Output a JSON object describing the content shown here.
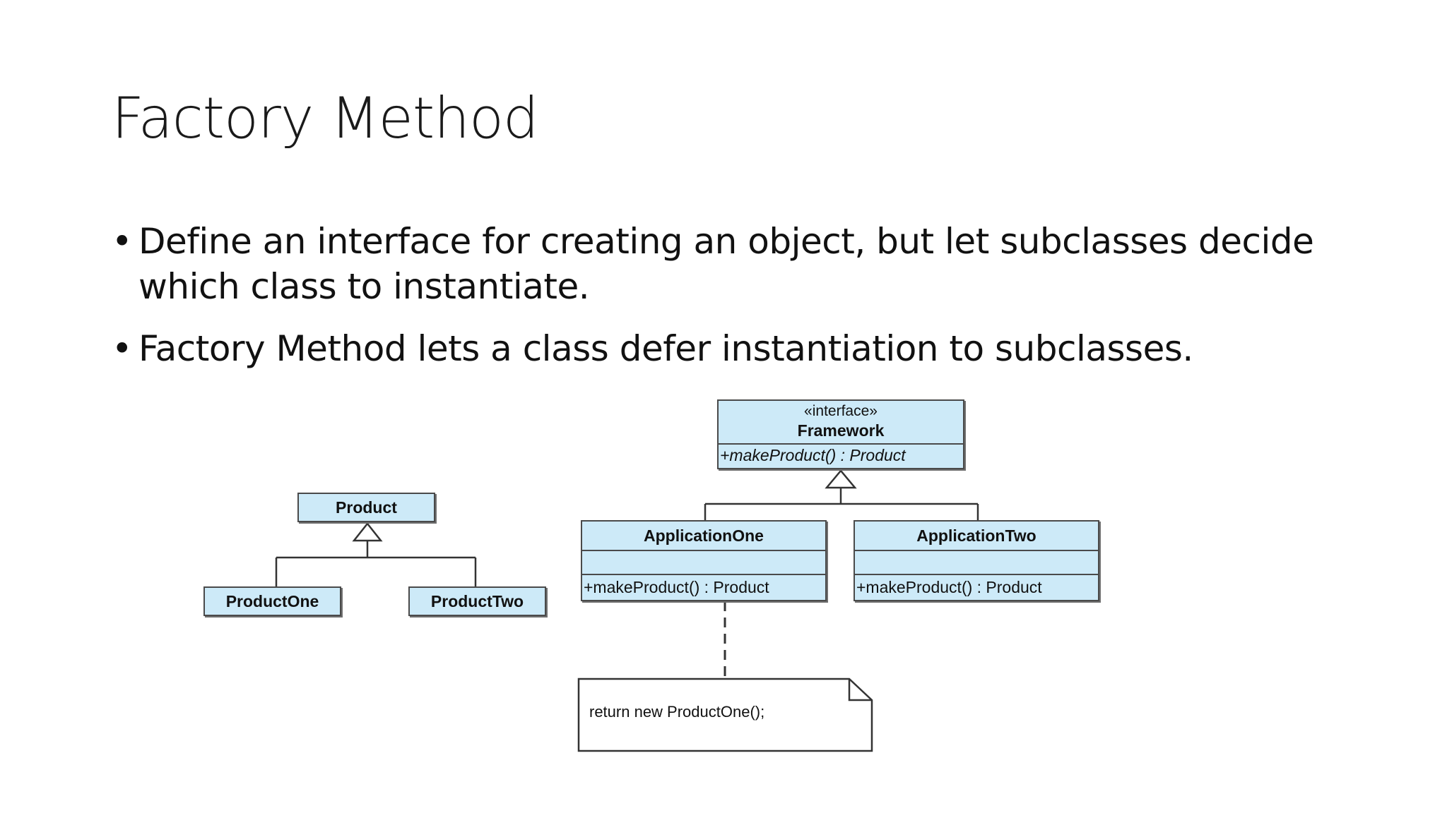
{
  "slide": {
    "title": "Factory Method",
    "bullets": [
      "Define an interface for creating an object, but let subclasses decide which class to instantiate.",
      "Factory Method lets a class defer instantiation to subclasses."
    ]
  },
  "diagram": {
    "product": {
      "name": "Product"
    },
    "product_one": {
      "name": "ProductOne"
    },
    "product_two": {
      "name": "ProductTwo"
    },
    "framework": {
      "stereotype": "«interface»",
      "name": "Framework",
      "operation": "+makeProduct() : Product"
    },
    "application_one": {
      "name": "ApplicationOne",
      "operation": "+makeProduct() : Product"
    },
    "application_two": {
      "name": "ApplicationTwo",
      "operation": "+makeProduct() : Product"
    },
    "note": {
      "text": "return new ProductOne();"
    },
    "colors": {
      "class_fill": "#cdeaf8",
      "border": "#4a4a4a"
    }
  }
}
